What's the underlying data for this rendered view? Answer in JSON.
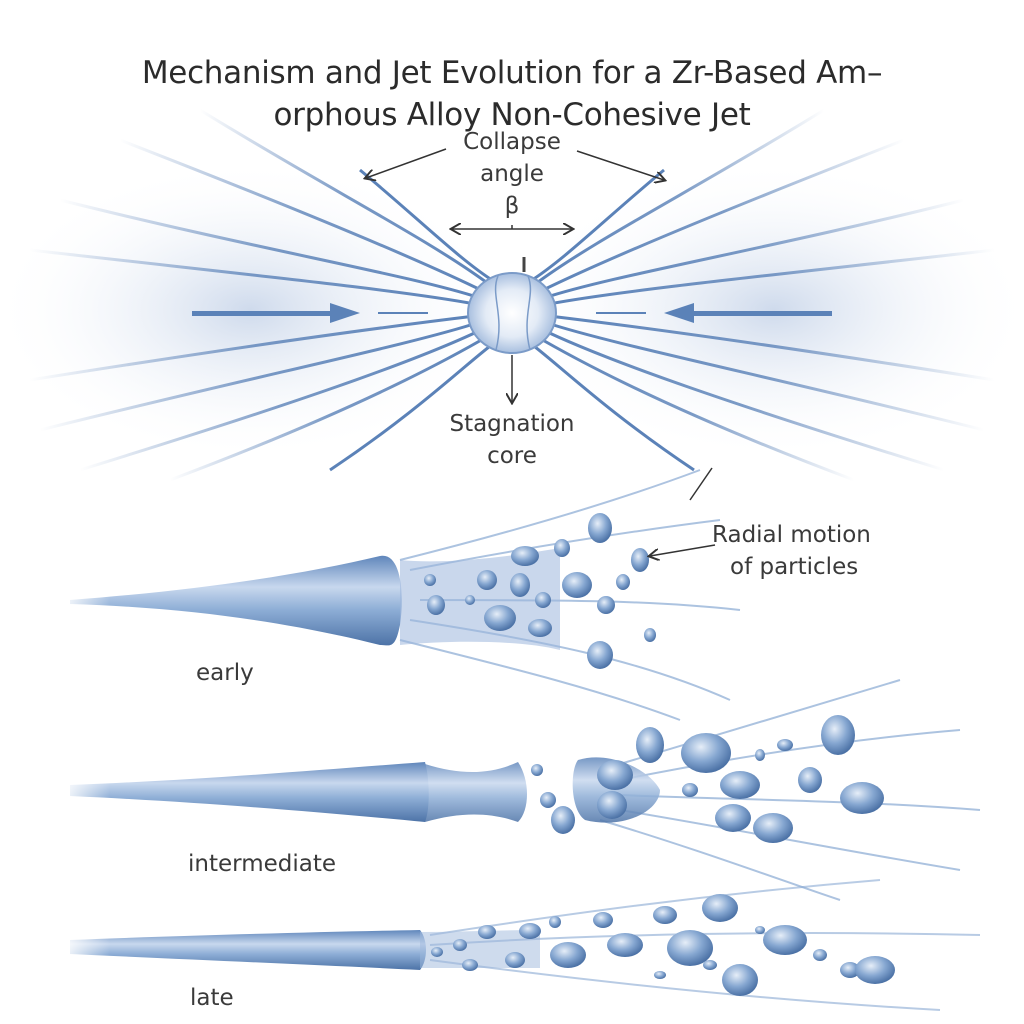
{
  "title": {
    "line1": "Mechanism and Jet Evolution for a Zr-Based Am–",
    "line2": "orphous Alloy Non-Cohesive Jet"
  },
  "collapse_diagram": {
    "collapse_label_line1": "Collapse",
    "collapse_label_line2": "angle",
    "angle_symbol": "β",
    "stagnation_label_line1": "Stagnation",
    "stagnation_label_line2": "core"
  },
  "jet_stages": {
    "radial_label_line1": "Radial motion",
    "radial_label_line2": "of particles",
    "stages": [
      {
        "label": "early"
      },
      {
        "label": "intermediate"
      },
      {
        "label": "late"
      }
    ]
  },
  "colors": {
    "flow_line": "#5b82b8",
    "jet_body": "#7fa2cf",
    "jet_dark": "#4e74a8",
    "text": "#333333",
    "annotation": "#333333"
  }
}
